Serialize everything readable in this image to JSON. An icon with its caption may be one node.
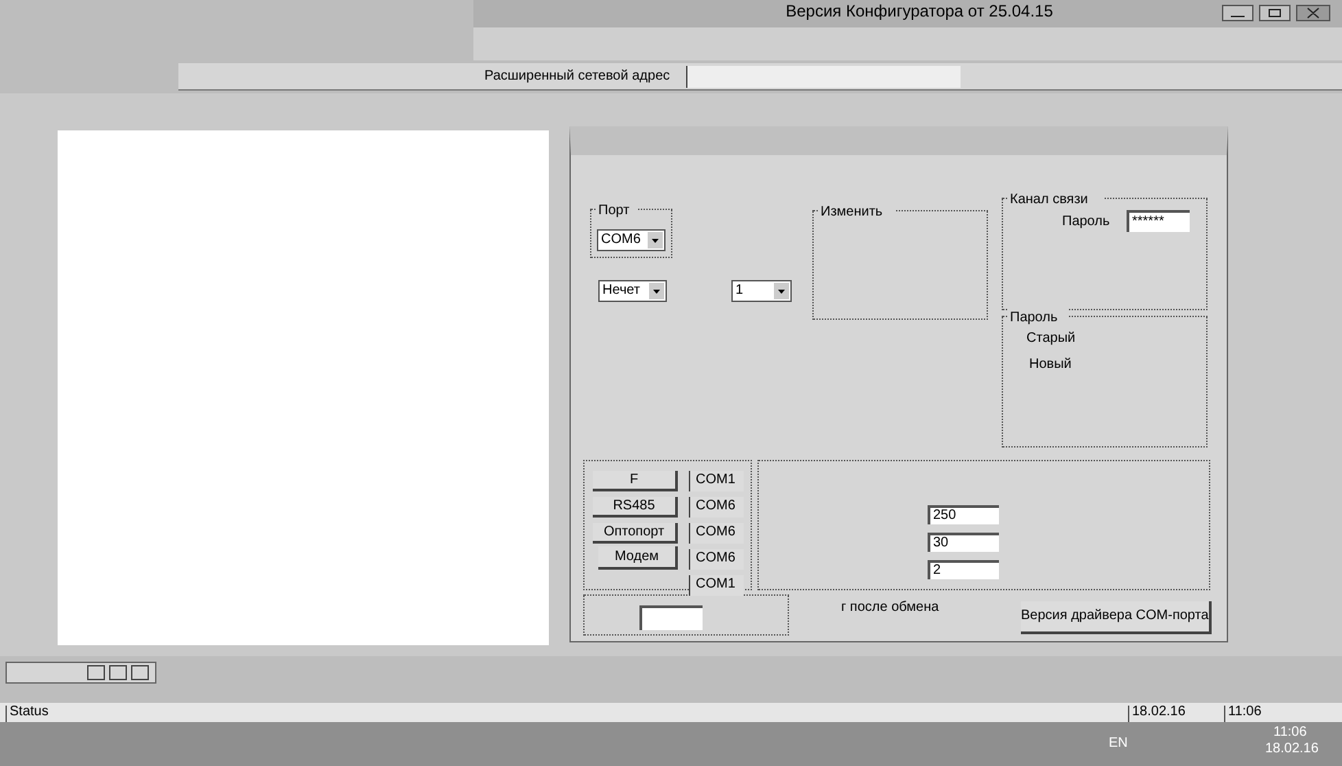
{
  "diagram": {
    "nodes": [
      {
        "text": [
          "Порт",
          "COM6"
        ]
      },
      {
        "text": [
          "Изменить"
        ]
      },
      {
        "text": [
          "Канал связи",
          "Пароль",
          "******"
        ]
      },
      {
        "text": [
          "Пароль",
          "Старый",
          "Новый"
        ]
      }
    ],
    "labels": [
      "Версия Конфигуратора  от 25.04.15",
      "Расширенный сетевой адрес",
      "Нечет",
      "1",
      "F",
      "COM1",
      "RS485",
      "COM6",
      "Оптопорт",
      "COM6",
      "Модем",
      "COM6",
      "COM1",
      "250",
      "30",
      "2",
      "г после обмена",
      "Версия драйвера COM-порта",
      "Status",
      "18.02.16",
      "11:06",
      "EN",
      "11:06",
      "18.02.16"
    ]
  }
}
